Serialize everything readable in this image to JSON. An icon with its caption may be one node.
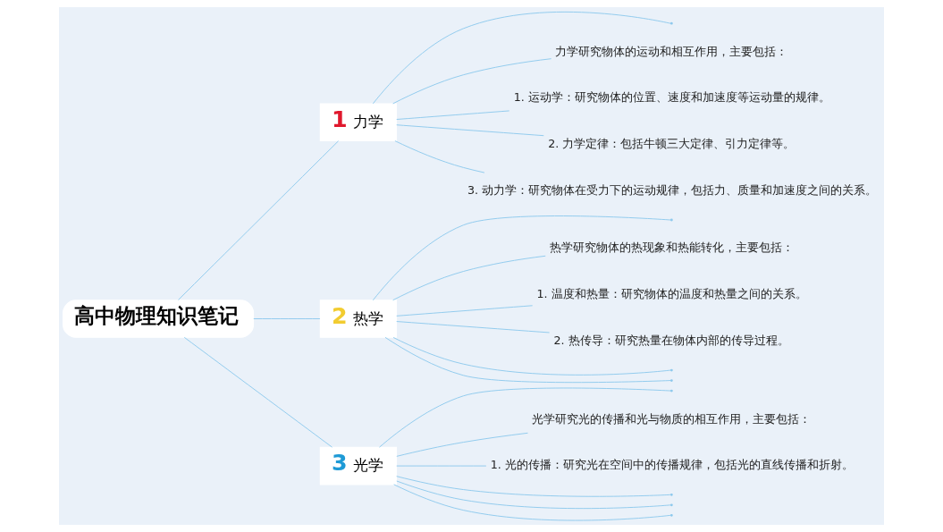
{
  "diagram": {
    "nodes": [
      {
        "text": [
          "高中物理知识笔记"
        ]
      },
      {
        "text": [
          "1",
          "力学"
        ]
      },
      {
        "text": [],
        "shape": "point"
      },
      {
        "text": [
          "力学研究物体的运动和相互作用，主要包括："
        ]
      },
      {
        "text": [
          "1. 运动学：研究物体的位置、速度和加速度等运动量的规律。"
        ]
      },
      {
        "text": [
          "2. 力学定律：包括牛顿三大定律、引力定律等。"
        ]
      },
      {
        "text": [
          "3. 动力学：研究物体在受力下的运动规律，包括力、质量和加速度之间的关系。"
        ]
      },
      {
        "text": [
          "2",
          "热学"
        ]
      },
      {
        "text": [],
        "shape": "point"
      },
      {
        "text": [
          "热学研究物体的热现象和热能转化，主要包括："
        ]
      },
      {
        "text": [
          "1. 温度和热量：研究物体的温度和热量之间的关系。"
        ]
      },
      {
        "text": [
          "2. 热传导：研究热量在物体内部的传导过程。"
        ]
      },
      {
        "text": [],
        "shape": "point"
      },
      {
        "text": [],
        "shape": "point"
      },
      {
        "text": [
          "3",
          "光学"
        ]
      },
      {
        "text": [],
        "shape": "point"
      },
      {
        "text": [
          "光学研究光的传播和光与物质的相互作用，主要包括："
        ]
      },
      {
        "text": [
          "1. 光的传播：研究光在空间中的传播规律，包括光的直线传播和折射。"
        ]
      },
      {
        "text": [],
        "shape": "point"
      },
      {
        "text": [],
        "shape": "point"
      },
      {
        "text": [],
        "shape": "point"
      }
    ],
    "edges": [
      {
        "from": 0,
        "to": 1,
        "arrow": "none"
      },
      {
        "from": 0,
        "to": 7,
        "arrow": "none"
      },
      {
        "from": 0,
        "to": 14,
        "arrow": "none"
      },
      {
        "from": 1,
        "to": 2,
        "arrow": "none"
      },
      {
        "from": 1,
        "to": 3,
        "arrow": "none"
      },
      {
        "from": 1,
        "to": 4,
        "arrow": "none"
      },
      {
        "from": 1,
        "to": 5,
        "arrow": "none"
      },
      {
        "from": 1,
        "to": 6,
        "arrow": "none"
      },
      {
        "from": 7,
        "to": 8,
        "arrow": "none"
      },
      {
        "from": 7,
        "to": 9,
        "arrow": "none"
      },
      {
        "from": 7,
        "to": 10,
        "arrow": "none"
      },
      {
        "from": 7,
        "to": 11,
        "arrow": "none"
      },
      {
        "from": 7,
        "to": 12,
        "arrow": "none"
      },
      {
        "from": 7,
        "to": 13,
        "arrow": "none"
      },
      {
        "from": 14,
        "to": 15,
        "arrow": "none"
      },
      {
        "from": 14,
        "to": 16,
        "arrow": "none"
      },
      {
        "from": 14,
        "to": 17,
        "arrow": "none"
      },
      {
        "from": 14,
        "to": 18,
        "arrow": "none"
      },
      {
        "from": 14,
        "to": 19,
        "arrow": "none"
      },
      {
        "from": 14,
        "to": 20,
        "arrow": "none"
      }
    ]
  }
}
